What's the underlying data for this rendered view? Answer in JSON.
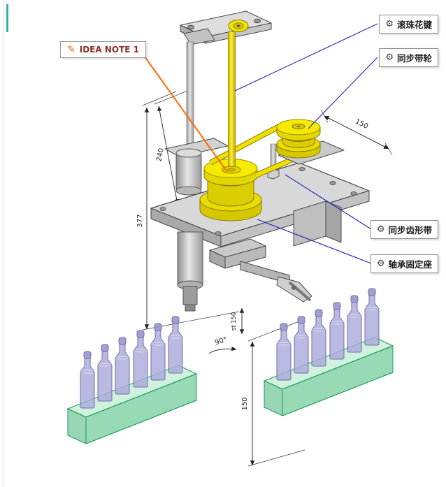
{
  "page": {
    "background": "#ffffff"
  },
  "accent": {
    "teal_mark": "#35b3a2",
    "leader_blue": "#2222bb",
    "leader_orange": "#ff6a00",
    "pulley_yellow": "#f2e500",
    "tray_green": "#2ca05a",
    "bottle_purple": "#a8a8da"
  },
  "icons": {
    "gear": "⚙",
    "pencil": "✎"
  },
  "idea_note": {
    "label": "IDEA NOTE 1"
  },
  "callouts": [
    {
      "label": "滚珠花键"
    },
    {
      "label": "同步带轮"
    },
    {
      "label": "同步齿形带"
    },
    {
      "label": "轴承固定座"
    }
  ],
  "dimensions": {
    "left_inner": "240",
    "left_outer": "377",
    "top_right": "150",
    "stroke": "st 150",
    "rotation": "90°",
    "bottom_right": "150"
  }
}
